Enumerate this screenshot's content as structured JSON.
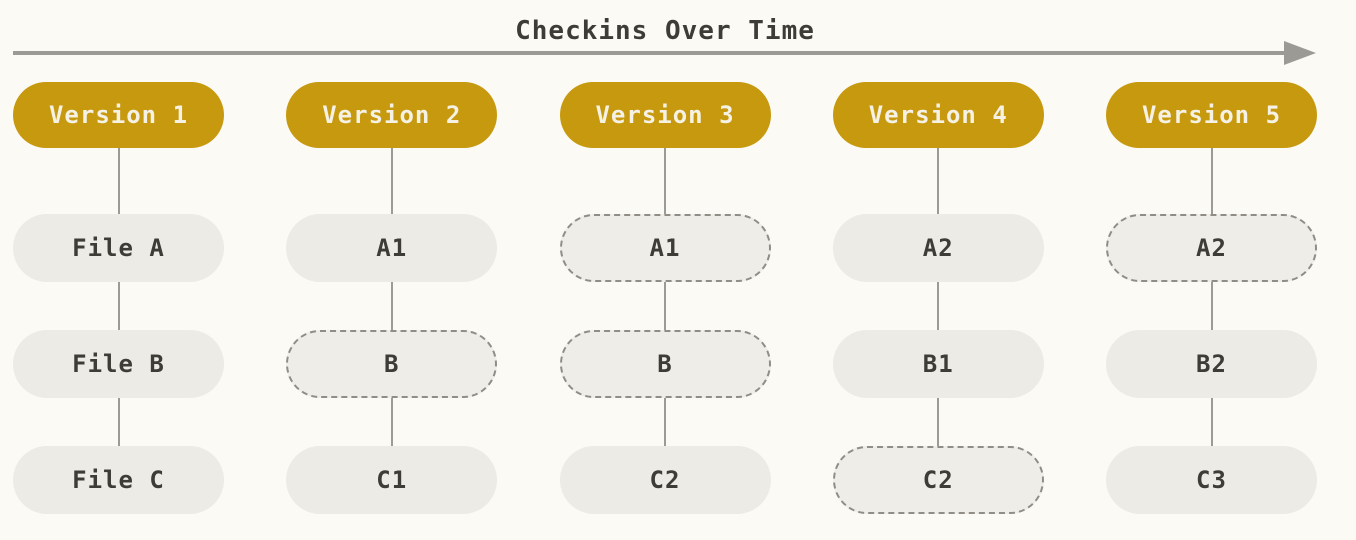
{
  "title": "Checkins Over Time",
  "colors": {
    "bg": "#fbfaf5",
    "accent": "#c7990f",
    "accent_text": "#f5f1e4",
    "node_fill": "#edebe5",
    "node_fill_dashed": "#efede7",
    "dash_border": "#8f8d85",
    "line": "#9b9a94",
    "text_dark": "#3e3c36"
  },
  "columns": [
    {
      "version": "Version 1",
      "files": [
        {
          "label": "File A",
          "dashed": false
        },
        {
          "label": "File B",
          "dashed": false
        },
        {
          "label": "File C",
          "dashed": false
        }
      ]
    },
    {
      "version": "Version 2",
      "files": [
        {
          "label": "A1",
          "dashed": false
        },
        {
          "label": "B",
          "dashed": true
        },
        {
          "label": "C1",
          "dashed": false
        }
      ]
    },
    {
      "version": "Version 3",
      "files": [
        {
          "label": "A1",
          "dashed": true
        },
        {
          "label": "B",
          "dashed": true
        },
        {
          "label": "C2",
          "dashed": false
        }
      ]
    },
    {
      "version": "Version 4",
      "files": [
        {
          "label": "A2",
          "dashed": false
        },
        {
          "label": "B1",
          "dashed": false
        },
        {
          "label": "C2",
          "dashed": true
        }
      ]
    },
    {
      "version": "Version 5",
      "files": [
        {
          "label": "A2",
          "dashed": true
        },
        {
          "label": "B2",
          "dashed": false
        },
        {
          "label": "C3",
          "dashed": false
        }
      ]
    }
  ]
}
